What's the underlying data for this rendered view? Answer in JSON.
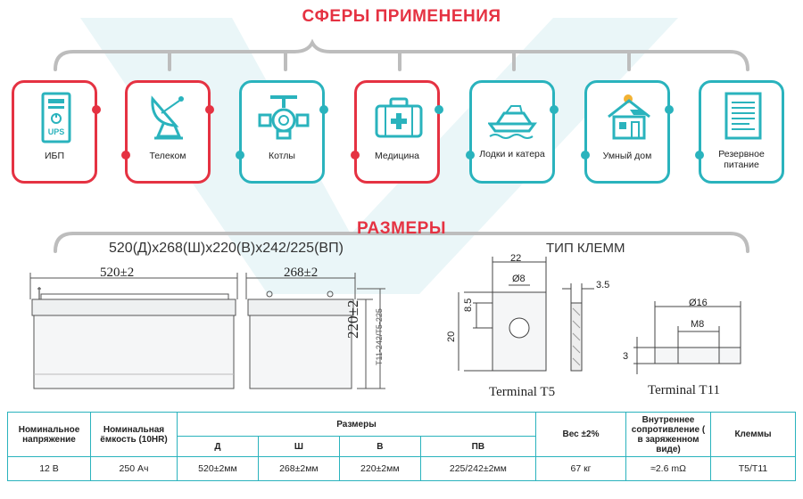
{
  "header": {
    "applications_title": "СФЕРЫ ПРИМЕНЕНИЯ",
    "dimensions_title": "РАЗМЕРЫ"
  },
  "applications": [
    {
      "label": "ИБП",
      "icon": "ups-icon",
      "ups_text": "UPS"
    },
    {
      "label": "Телеком",
      "icon": "satellite-dish-icon"
    },
    {
      "label": "Котлы",
      "icon": "boiler-valve-icon"
    },
    {
      "label": "Медицина",
      "icon": "medical-kit-icon"
    },
    {
      "label": "Лодки и катера",
      "icon": "boat-icon"
    },
    {
      "label": "Умный дом",
      "icon": "smart-house-icon"
    },
    {
      "label": "Резервное питание",
      "icon": "backup-power-icon"
    }
  ],
  "dimensions": {
    "summary": "520(Д)x268(Ш)x220(В)x242/225(ВП)",
    "length_label": "520±2",
    "width_label": "268±2",
    "height_label": "220±2",
    "terminal_height_label": "T11-242/T5-225"
  },
  "terminals": {
    "title": "ТИП КЛЕММ",
    "t5": {
      "name": "Terminal T5",
      "width": "22",
      "hole": "Ø8",
      "thickness": "3.5",
      "hole_offset": "8.5",
      "height": "20"
    },
    "t11": {
      "name": "Terminal T11",
      "outer": "Ø16",
      "thread": "M8",
      "height": "3"
    }
  },
  "table": {
    "headers": {
      "voltage": "Номинальное напряжение",
      "capacity": "Номинальная ёмкость (10HR)",
      "dimensions": "Размеры",
      "d": "Д",
      "w": "Ш",
      "h": "В",
      "ph": "ПВ",
      "weight": "Вес ±2%",
      "resistance": "Внутреннее сопротивление ( в заряженном виде)",
      "terminals": "Клеммы"
    },
    "row": {
      "voltage": "12 В",
      "capacity": "250 Ач",
      "d": "520±2мм",
      "w": "268±2мм",
      "h": "220±2мм",
      "ph": "225/242±2мм",
      "weight": "67 кг",
      "resistance": "≈2.6 mΩ",
      "terminals": "T5/T11"
    }
  },
  "colors": {
    "accent_red": "#e53242",
    "accent_teal": "#2ab3bd",
    "bracket_gray": "#bdbdbd"
  }
}
